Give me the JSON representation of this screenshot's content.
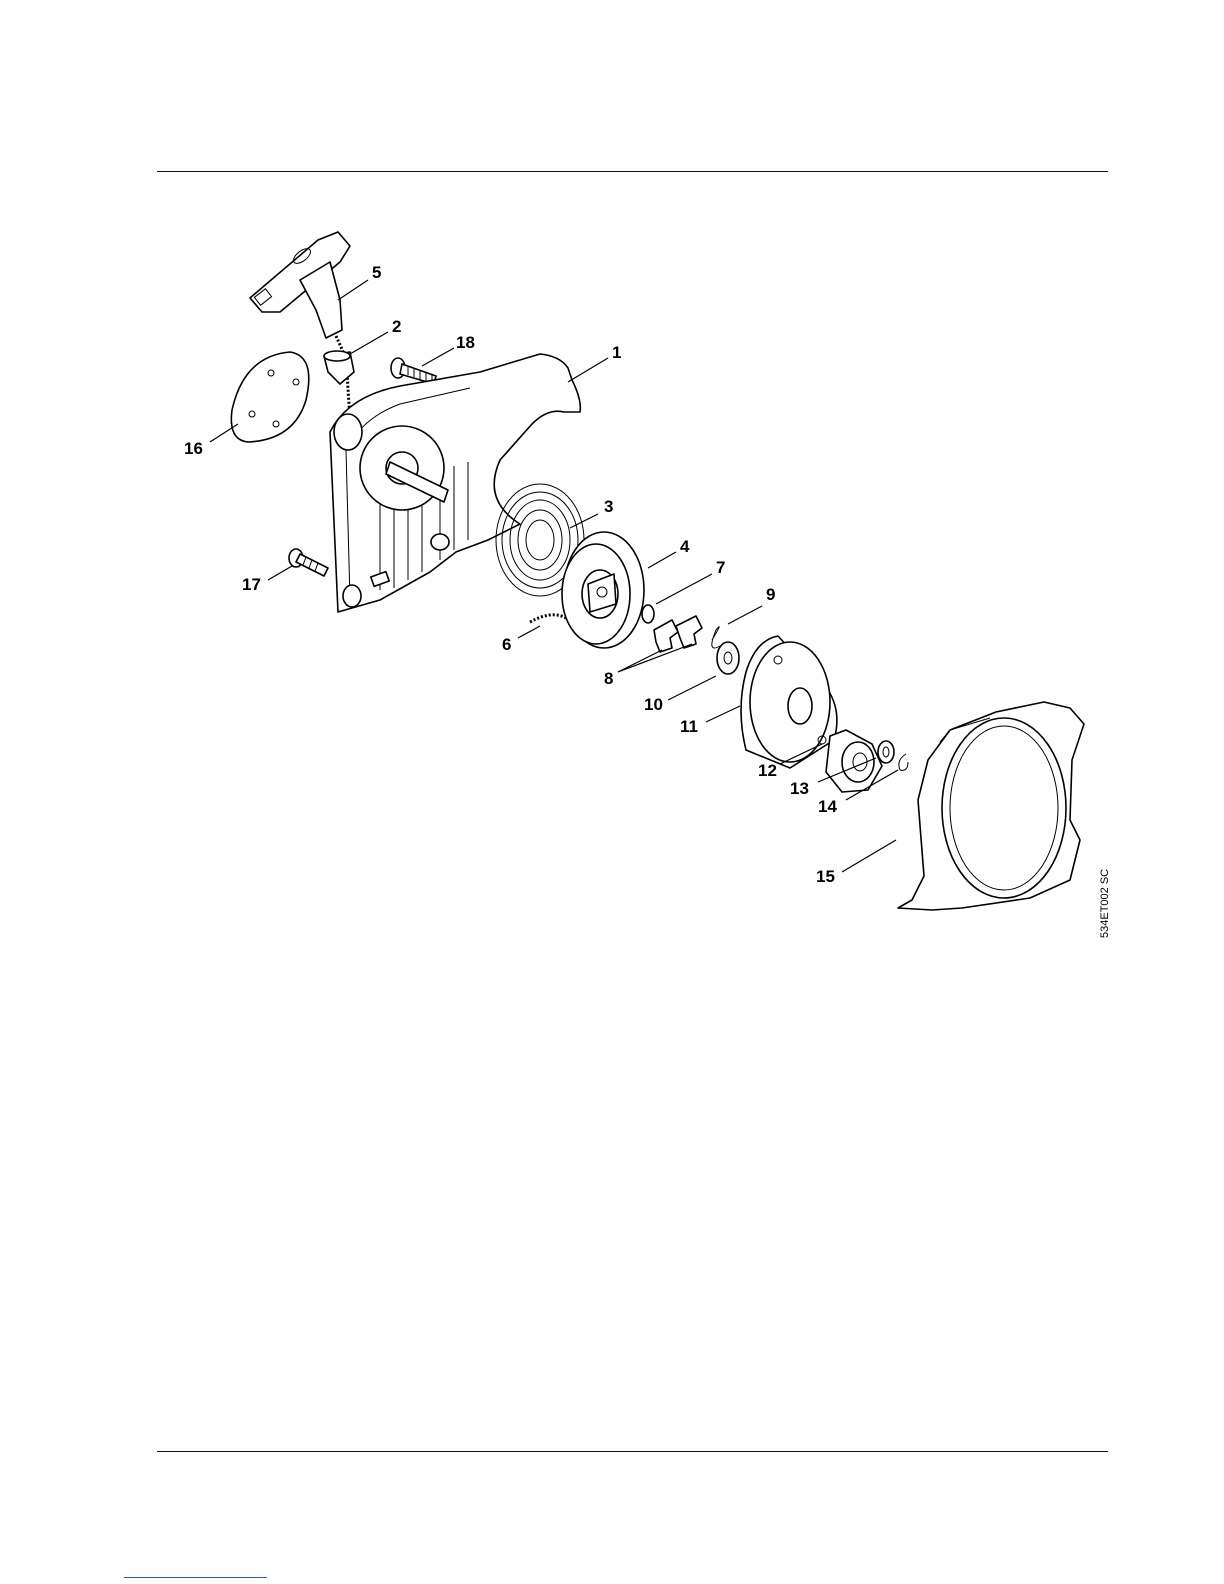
{
  "diagram": {
    "figure_code": "534ET002 SC",
    "labels": [
      {
        "id": "1",
        "text": "1"
      },
      {
        "id": "2",
        "text": "2"
      },
      {
        "id": "3",
        "text": "3"
      },
      {
        "id": "4",
        "text": "4"
      },
      {
        "id": "5",
        "text": "5"
      },
      {
        "id": "6",
        "text": "6"
      },
      {
        "id": "7",
        "text": "7"
      },
      {
        "id": "8",
        "text": "8"
      },
      {
        "id": "9",
        "text": "9"
      },
      {
        "id": "10",
        "text": "10"
      },
      {
        "id": "11",
        "text": "11"
      },
      {
        "id": "12",
        "text": "12"
      },
      {
        "id": "13",
        "text": "13"
      },
      {
        "id": "14",
        "text": "14"
      },
      {
        "id": "15",
        "text": "15"
      },
      {
        "id": "16",
        "text": "16"
      },
      {
        "id": "17",
        "text": "17"
      },
      {
        "id": "18",
        "text": "18"
      }
    ]
  }
}
